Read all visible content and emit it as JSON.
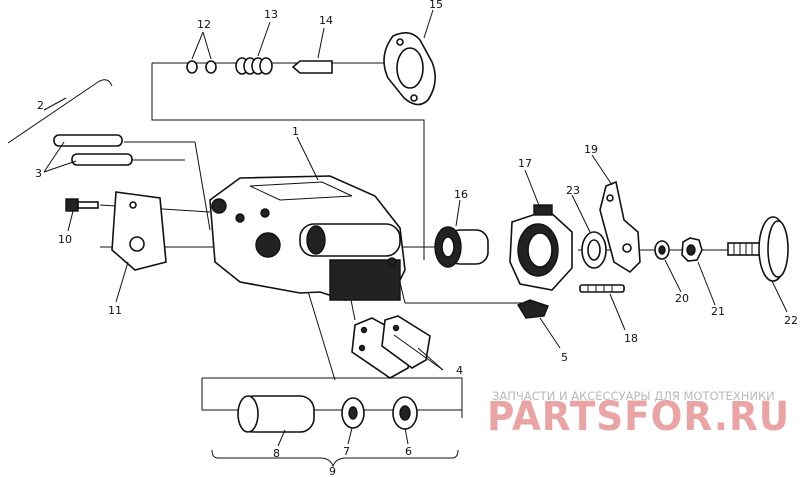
{
  "callouts": [
    "1",
    "2",
    "3",
    "4",
    "5",
    "6",
    "7",
    "8",
    "9",
    "10",
    "11",
    "12",
    "13",
    "14",
    "15",
    "16",
    "17",
    "18",
    "19",
    "20",
    "21",
    "22",
    "23"
  ],
  "watermark": {
    "caption": "ЗАПЧАСТИ И АКСЕССУАРЫ ДЛЯ МОТОТЕХНИКИ",
    "brand": "PARTSFOR.RU",
    "brand_color": "#e9a5a5"
  }
}
